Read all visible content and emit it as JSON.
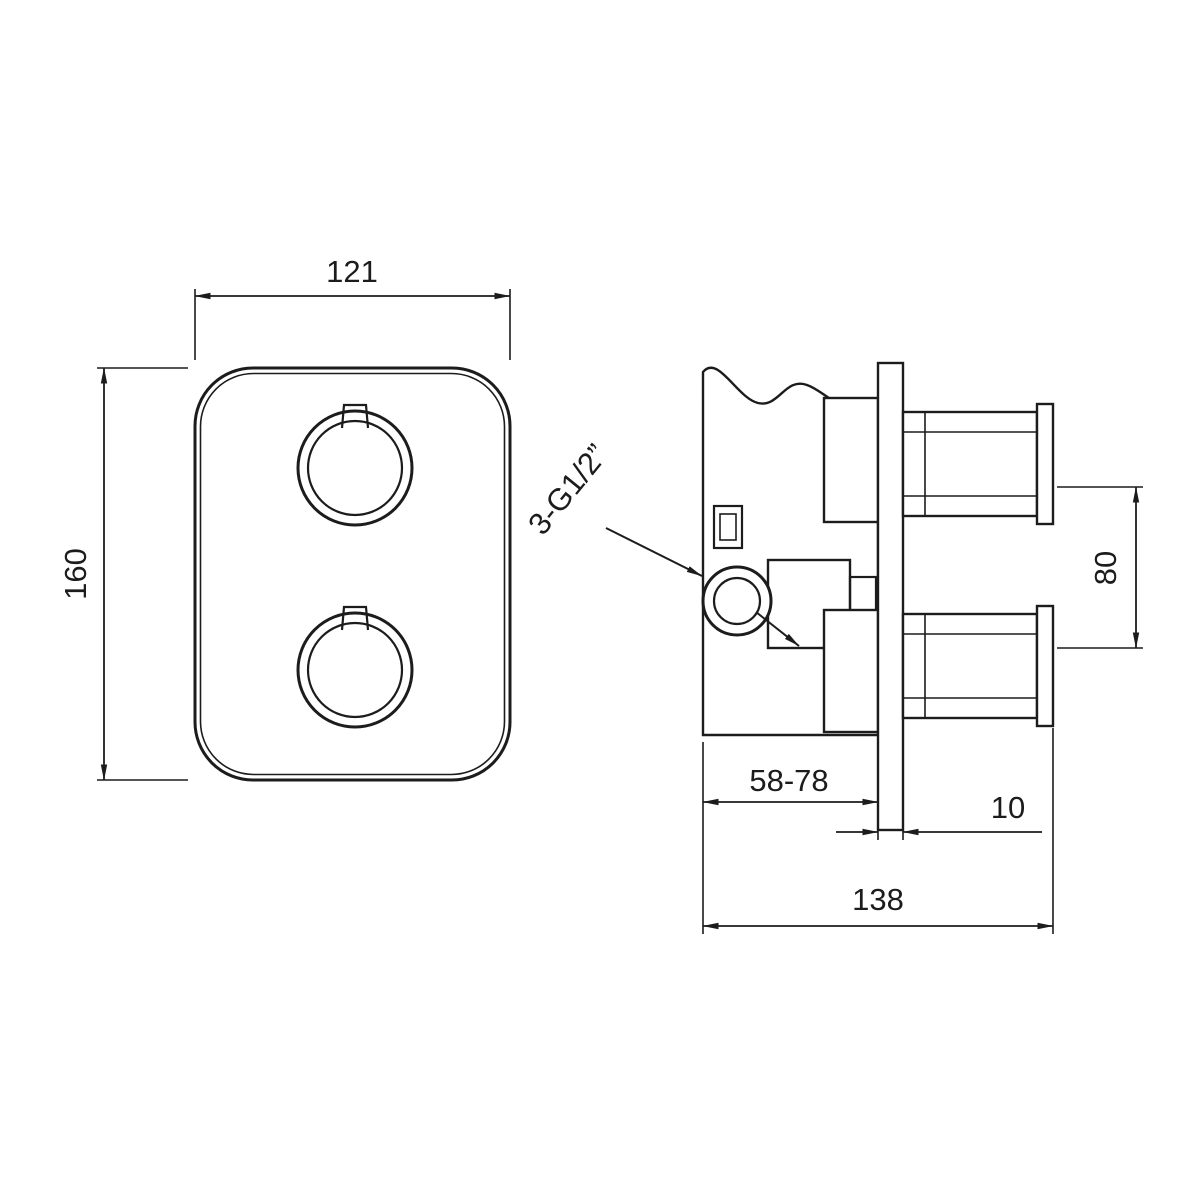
{
  "drawing": {
    "labels": {
      "width": "121",
      "height": "160",
      "thread": "3-G1/2”",
      "port_spacing": "80",
      "depth_range": "58-78",
      "plate_thickness": "10",
      "overall_depth": "138"
    },
    "colors": {
      "line": "#1c1c1c",
      "background": "#ffffff"
    }
  }
}
